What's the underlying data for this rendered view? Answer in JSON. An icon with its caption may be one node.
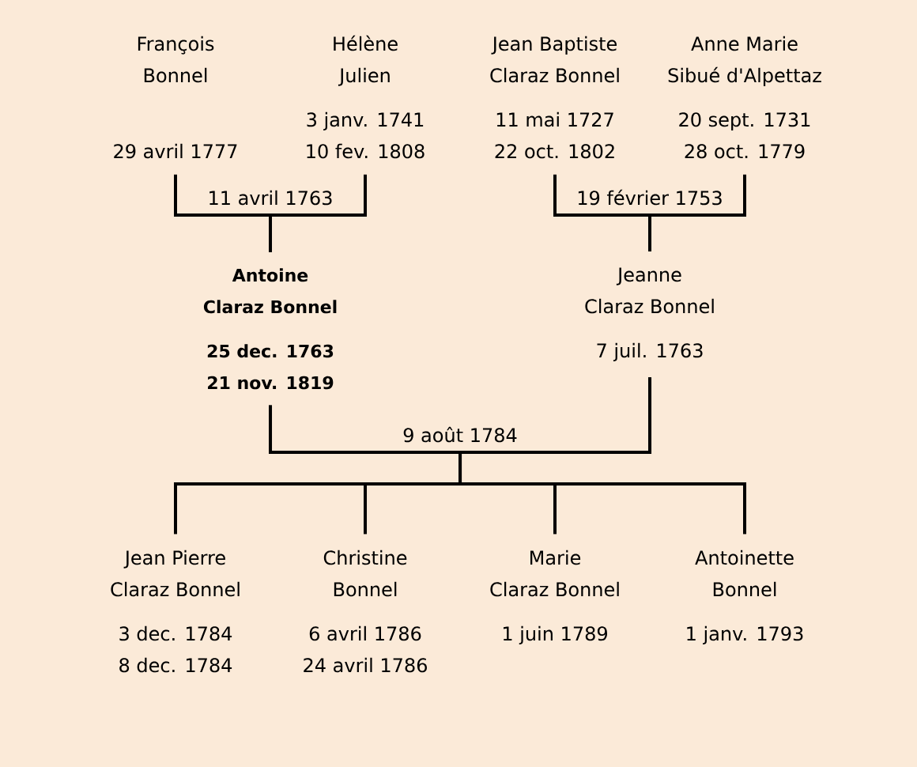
{
  "diagram": {
    "nodes": [
      {
        "text": [
          "François Bonnel",
          "29 avril 1777"
        ]
      },
      {
        "text": [
          "Hélène Julien",
          "3 janv. 1741",
          "10 fev. 1808"
        ]
      },
      {
        "text": [
          "Jean Baptiste Claraz Bonnel",
          "11 mai 1727",
          "22 oct. 1802"
        ]
      },
      {
        "text": [
          "Anne Marie Sibué d'Alpettaz",
          "20 sept. 1731",
          "28 oct. 1779"
        ]
      },
      {
        "text": [
          "Antoine Claraz Bonnel",
          "25 dec. 1763",
          "21 nov. 1819"
        ]
      },
      {
        "text": [
          "Jeanne Claraz Bonnel",
          "7 juil. 1763"
        ]
      },
      {
        "text": [
          "Jean Pierre Claraz Bonnel",
          "3 dec. 1784",
          "8 dec. 1784"
        ]
      },
      {
        "text": [
          "Christine Bonnel",
          "6 avril 1786",
          "24 avril 1786"
        ]
      },
      {
        "text": [
          "Marie Claraz Bonnel",
          "1 juin 1789"
        ]
      },
      {
        "text": [
          "Antoinette Bonnel",
          "1 janv. 1793"
        ]
      }
    ],
    "edges": [
      {
        "from": 0,
        "to": 4,
        "arrow": "none",
        "label": "11 avril 1763"
      },
      {
        "from": 1,
        "to": 4,
        "arrow": "none"
      },
      {
        "from": 2,
        "to": 5,
        "arrow": "none",
        "label": "19 février 1753"
      },
      {
        "from": 3,
        "to": 5,
        "arrow": "none"
      },
      {
        "from": 4,
        "to": 6,
        "arrow": "none",
        "label": "9 août 1784"
      },
      {
        "from": 4,
        "to": 7,
        "arrow": "none"
      },
      {
        "from": 4,
        "to": 8,
        "arrow": "none"
      },
      {
        "from": 4,
        "to": 9,
        "arrow": "none"
      },
      {
        "from": 5,
        "to": 6,
        "arrow": "none"
      },
      {
        "from": 5,
        "to": 7,
        "arrow": "none"
      },
      {
        "from": 5,
        "to": 8,
        "arrow": "none"
      },
      {
        "from": 5,
        "to": 9,
        "arrow": "none"
      }
    ]
  }
}
